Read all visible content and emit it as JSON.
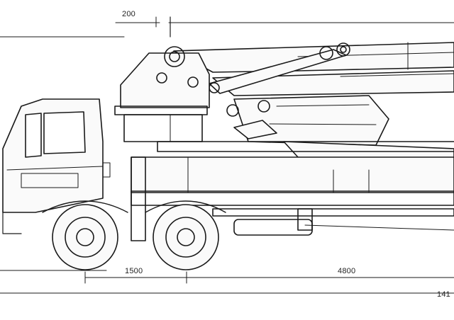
{
  "dimensions": {
    "top_offset": "200",
    "front_axle_spacing": "1500",
    "rear_span": "4800",
    "total_partial": "141"
  }
}
